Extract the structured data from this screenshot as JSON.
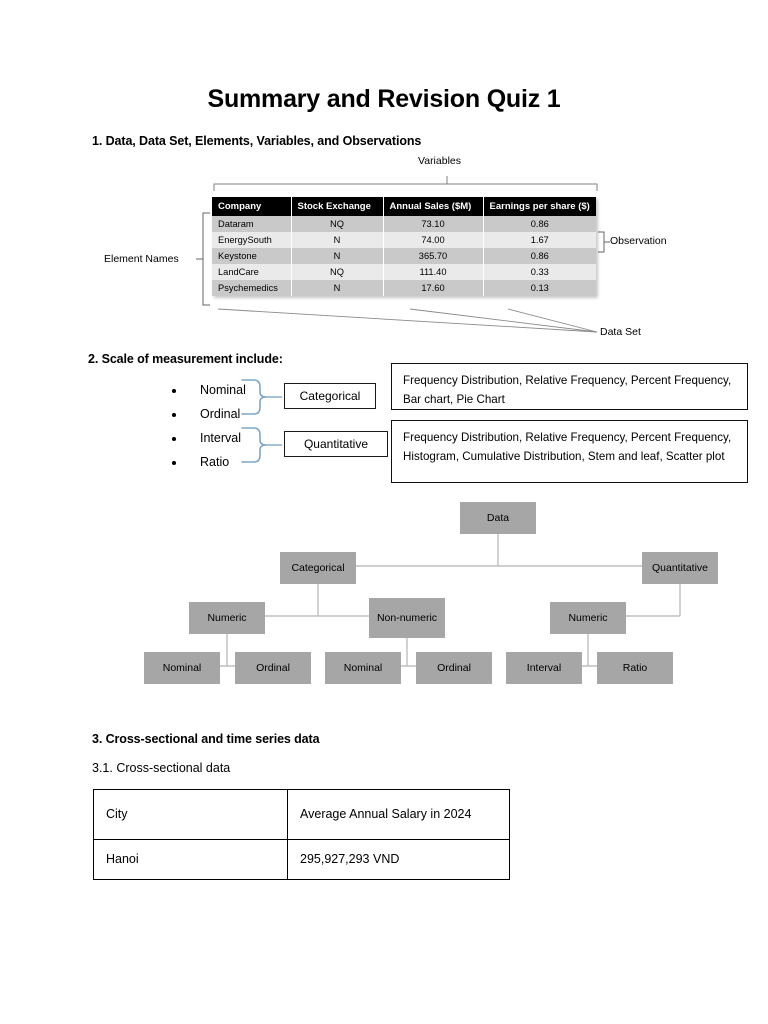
{
  "document": {
    "title": "Summary and Revision Quiz 1"
  },
  "section1": {
    "heading": "1. Data, Data Set, Elements, Variables, and Observations",
    "labels": {
      "variables": "Variables",
      "element_names": "Element Names",
      "observation": "Observation",
      "data_set": "Data Set"
    },
    "table": {
      "columns": [
        "Company",
        "Stock Exchange",
        "Annual Sales ($M)",
        "Earnings per share ($)"
      ],
      "rows": [
        [
          "Dataram",
          "NQ",
          "73.10",
          "0.86"
        ],
        [
          "EnergySouth",
          "N",
          "74.00",
          "1.67"
        ],
        [
          "Keystone",
          "N",
          "365.70",
          "0.86"
        ],
        [
          "LandCare",
          "NQ",
          "111.40",
          "0.33"
        ],
        [
          "Psychemedics",
          "N",
          "17.60",
          "0.13"
        ]
      ]
    }
  },
  "section2": {
    "heading": "2. Scale of measurement include:",
    "scales": [
      "Nominal",
      "Ordinal",
      "Interval",
      "Ratio"
    ],
    "groups": {
      "categorical": "Categorical",
      "quantitative": "Quantitative"
    },
    "descriptions": {
      "categorical": "Frequency Distribution, Relative Frequency, Percent Frequency, Bar chart, Pie Chart",
      "quantitative": "Frequency Distribution, Relative Frequency, Percent Frequency, Histogram, Cumulative Distribution, Stem and leaf, Scatter plot"
    }
  },
  "hierarchy": {
    "root": "Data",
    "level1": [
      "Categorical",
      "Quantitative"
    ],
    "level2": [
      "Numeric",
      "Non-numeric",
      "Numeric"
    ],
    "level3": [
      "Nominal",
      "Ordinal",
      "Nominal",
      "Ordinal",
      "Interval",
      "Ratio"
    ],
    "node_color": "#a6a6a6"
  },
  "section3": {
    "heading": "3. Cross-sectional and time series data",
    "subheading": "3.1. Cross-sectional data",
    "table": {
      "rows": [
        [
          "City",
          "Average Annual Salary in 2024"
        ],
        [
          "Hanoi",
          "295,927,293 VND"
        ]
      ]
    }
  }
}
